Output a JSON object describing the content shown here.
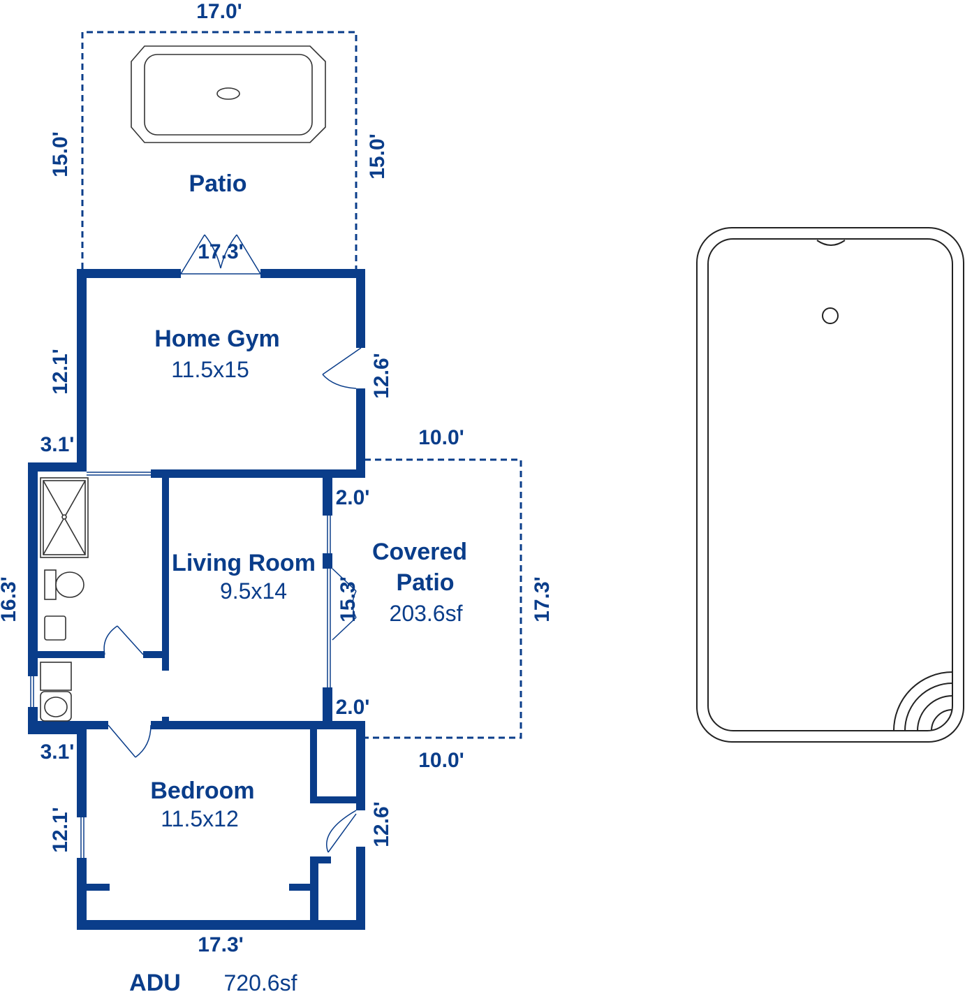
{
  "rooms": {
    "patio": {
      "name": "Patio"
    },
    "home_gym": {
      "name": "Home Gym",
      "size": "11.5x15"
    },
    "living_room": {
      "name": "Living Room",
      "size": "9.5x14"
    },
    "covered_patio": {
      "name_line1": "Covered",
      "name_line2": "Patio",
      "area": "203.6sf"
    },
    "bedroom": {
      "name": "Bedroom",
      "size": "11.5x12"
    }
  },
  "dimensions": {
    "patio_top": "17.0'",
    "patio_left": "15.0'",
    "patio_right": "15.0'",
    "gym_top": "17.3'",
    "gym_left": "12.1'",
    "gym_right": "12.6'",
    "bath_top": "3.1'",
    "bath_left": "16.3'",
    "covered_top": "10.0'",
    "covered_right": "17.3'",
    "covered_bottom": "10.0'",
    "wall_upper": "2.0'",
    "wall_lower": "2.0'",
    "living_right": "15.3'",
    "bath_bottom": "3.1'",
    "bed_left": "12.1'",
    "bed_right": "12.6'",
    "bed_bottom": "17.3'"
  },
  "summary": {
    "label": "ADU",
    "area": "720.6sf"
  },
  "colors": {
    "wall": "#0a3d8a",
    "fixture_stroke": "#333333",
    "pool_stroke": "#222222"
  }
}
